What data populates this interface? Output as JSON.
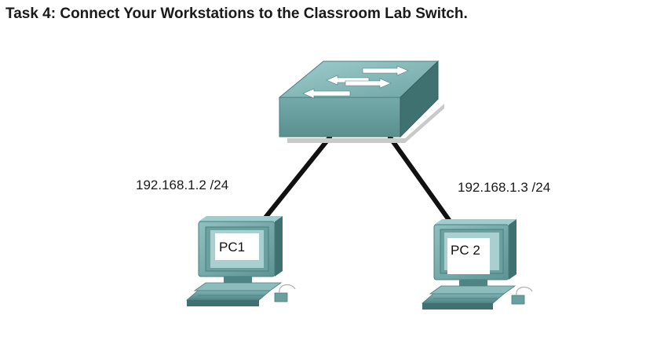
{
  "title": "Task 4: Connect Your Workstations to the Classroom Lab Switch.",
  "nodes": {
    "switch": {
      "icon": "network-switch-icon"
    },
    "pc1": {
      "label": "PC1",
      "ip": "192.168.1.2 /24",
      "icon": "workstation-icon"
    },
    "pc2": {
      "label": "PC 2",
      "ip": "192.168.1.3 /24",
      "icon": "workstation-icon"
    }
  },
  "links": [
    {
      "from": "switch",
      "to": "pc1"
    },
    {
      "from": "switch",
      "to": "pc2"
    }
  ],
  "colors": {
    "device_teal": "#5e9494",
    "device_dark": "#3d6e6e",
    "device_light": "#8cbcbc",
    "cable": "#111111"
  }
}
